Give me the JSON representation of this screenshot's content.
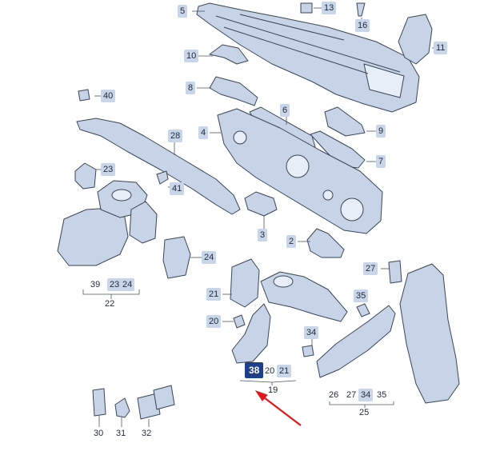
{
  "parts": {
    "p2": "2",
    "p3": "3",
    "p4": "4",
    "p5": "5",
    "p6": "6",
    "p7": "7",
    "p8": "8",
    "p9": "9",
    "p10": "10",
    "p11": "11",
    "p13": "13",
    "p16": "16",
    "p19": "19",
    "p20a": "20",
    "p20b": "20",
    "p21a": "21",
    "p21b": "21",
    "p22": "22",
    "p23a": "23",
    "p23b": "23",
    "p24a": "24",
    "p24b": "24",
    "p25": "25",
    "p26": "26",
    "p27a": "27",
    "p27b": "27",
    "p28": "28",
    "p30": "30",
    "p31": "31",
    "p32": "32",
    "p34a": "34",
    "p34b": "34",
    "p35a": "35",
    "p35b": "35",
    "p38": "38",
    "p39": "39",
    "p40": "40",
    "p41": "41"
  },
  "colors": {
    "part_fill": "#c7d3e6",
    "part_stroke": "#3a4656",
    "label_bg": "#c9d6ea",
    "highlight_bg": "#1f3f8a",
    "arrow": "#e0191f"
  }
}
